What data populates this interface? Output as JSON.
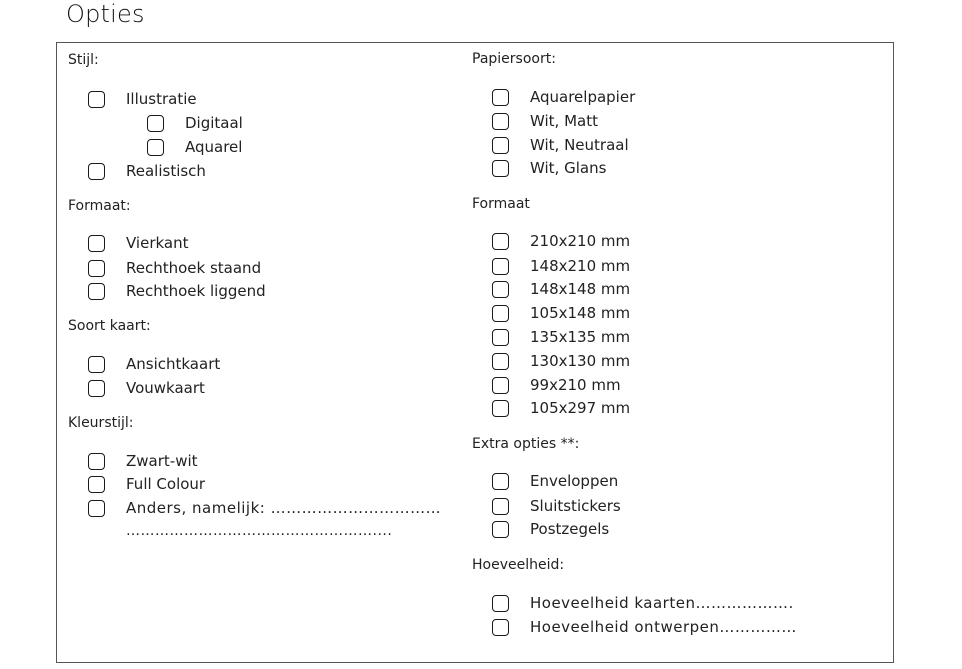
{
  "title": "Opties",
  "left": {
    "stijl": {
      "heading": "Stijl:",
      "items": [
        "Illustratie",
        "Digitaal",
        "Aquarel",
        "Realistisch"
      ]
    },
    "formaat": {
      "heading": "Formaat:",
      "items": [
        "Vierkant",
        "Rechthoek staand",
        "Rechthoek liggend"
      ]
    },
    "soort": {
      "heading": "Soort kaart:",
      "items": [
        "Ansichtkaart",
        "Vouwkaart"
      ]
    },
    "kleur": {
      "heading": "Kleurstijl:",
      "items": [
        "Zwart-wit",
        "Full Colour",
        "Anders, namelijk: ……………………………"
      ],
      "continuation": "……………………………………………...."
    }
  },
  "right": {
    "papier": {
      "heading": "Papiersoort:",
      "items": [
        "Aquarelpapier",
        "Wit, Matt",
        "Wit, Neutraal",
        "Wit, Glans"
      ]
    },
    "formaat": {
      "heading": "Formaat",
      "items": [
        "210x210 mm",
        "148x210 mm",
        "148x148 mm",
        "105x148 mm",
        "135x135 mm",
        "130x130 mm",
        "99x210 mm",
        "105x297 mm"
      ]
    },
    "extra": {
      "heading": "Extra opties **:",
      "items": [
        "Enveloppen",
        "Sluitstickers",
        "Postzegels"
      ]
    },
    "hoeveelheid": {
      "heading": "Hoeveelheid:",
      "items": [
        "Hoeveelheid kaarten……………….",
        "Hoeveelheid ontwerpen……………"
      ]
    }
  }
}
